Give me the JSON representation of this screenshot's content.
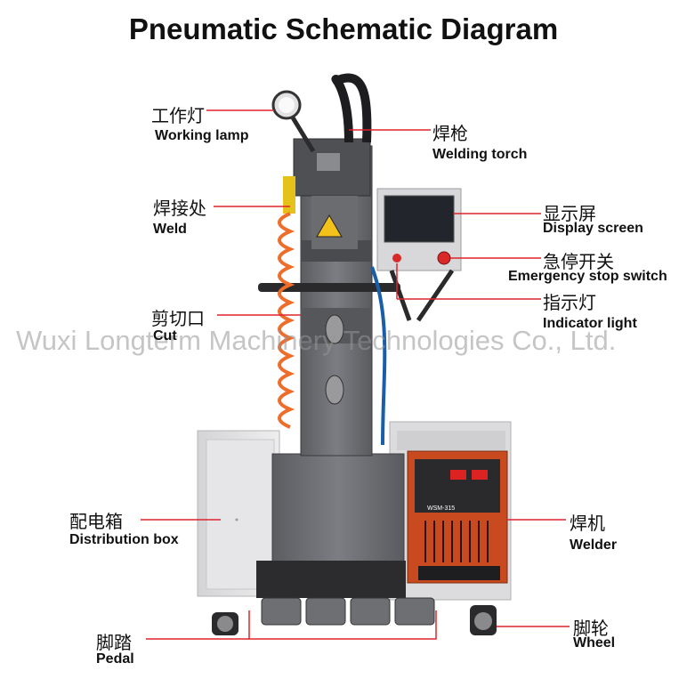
{
  "title": "Pneumatic Schematic Diagram",
  "watermark": "Wuxi Longterm Machinery Technologies Co., Ltd.",
  "leader_color": "#e0232b",
  "labels": {
    "working_lamp": {
      "zh": "工作灯",
      "en": "Working lamp"
    },
    "welding_torch": {
      "zh": "焊枪",
      "en": "Welding torch"
    },
    "weld": {
      "zh": "焊接处",
      "en": "Weld"
    },
    "display_screen": {
      "zh": "显示屏",
      "en": "Display screen"
    },
    "emergency_stop": {
      "zh": "急停开关",
      "en": "Emergency stop switch"
    },
    "indicator_light": {
      "zh": "指示灯",
      "en": "Indicator light"
    },
    "cut": {
      "zh": "剪切口",
      "en": "Cut"
    },
    "distribution_box": {
      "zh": "配电箱",
      "en": "Distribution box"
    },
    "welder": {
      "zh": "焊机",
      "en": "Welder"
    },
    "pedal": {
      "zh": "脚踏",
      "en": "Pedal"
    },
    "wheel": {
      "zh": "脚轮",
      "en": "Wheel"
    }
  },
  "welder_model": "WSM-315"
}
